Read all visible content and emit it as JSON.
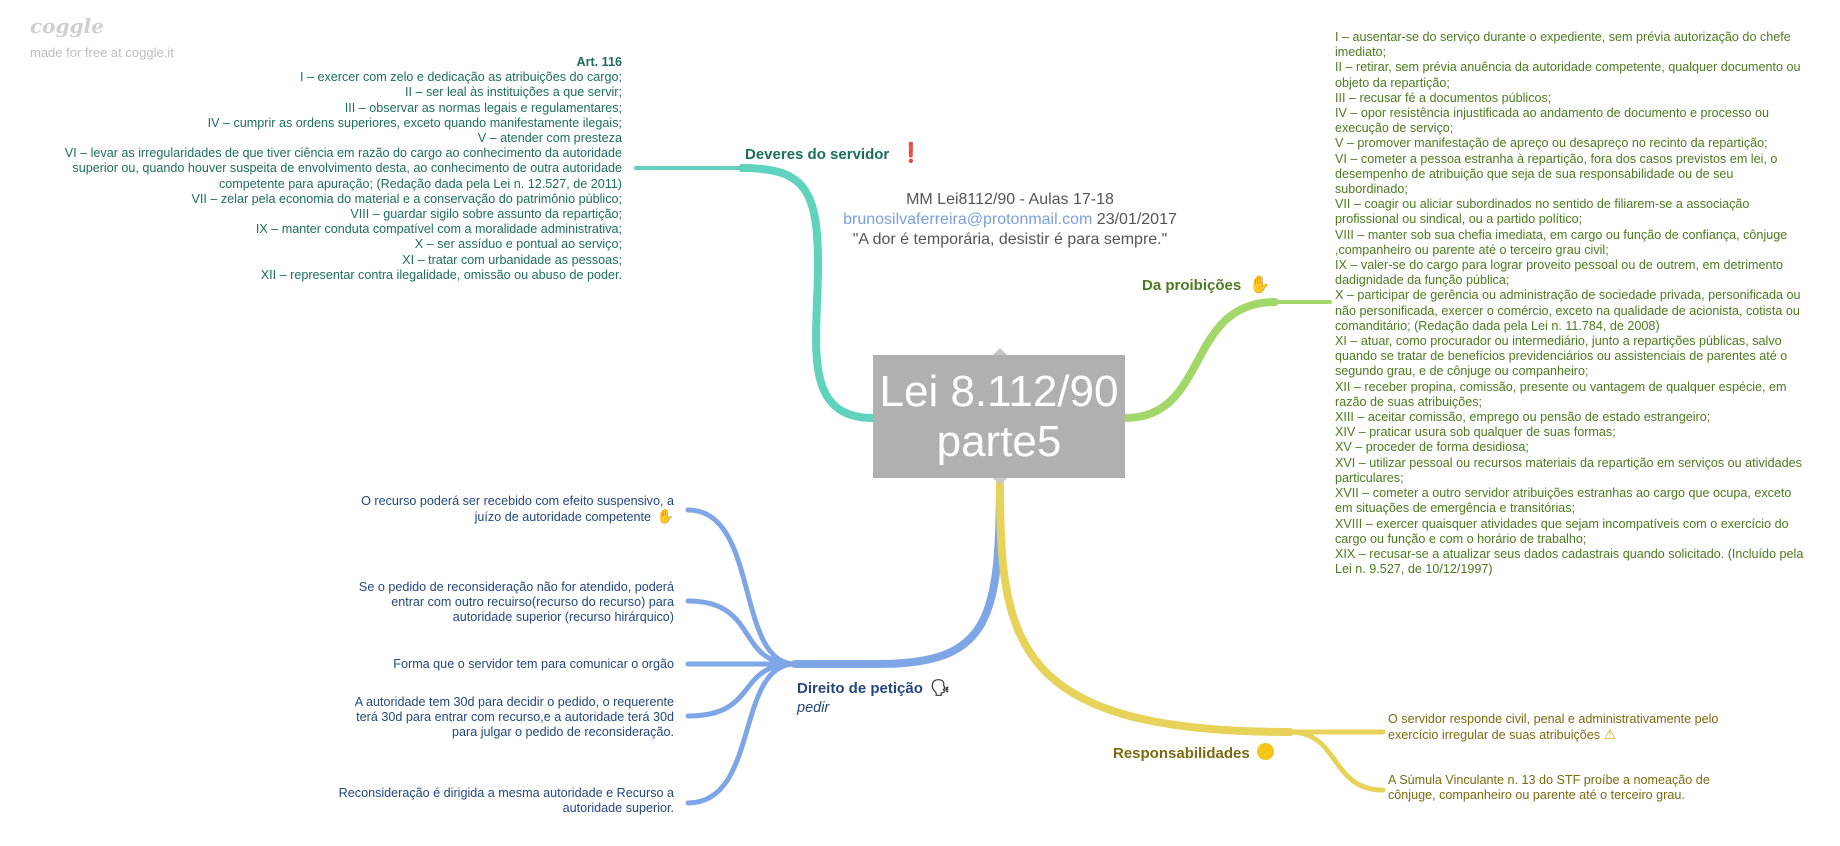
{
  "brand": {
    "logo": "coggle",
    "made_for": "made for free at coggle.it"
  },
  "central": {
    "line1": "Lei 8.112/90",
    "line2": "parte5"
  },
  "note": {
    "title": "MM Lei8112/90 - Aulas 17-18",
    "email": "brunosilvaferreira@protonmail.com",
    "date": "23/01/2017",
    "quote": "\"A dor é temporária, desistir é para sempre.\""
  },
  "deveres": {
    "title": "Deveres do servidor",
    "icon": "exclamation-icon",
    "heading": "Art. 116",
    "items": [
      "I – exercer com zelo e dedicação as atribuições do cargo;",
      "II – ser leal às instituições a que servir;",
      "III – observar as normas legais e regulamentares;",
      "IV – cumprir as ordens superiores, exceto quando manifestamente ilegais;",
      "V – atender com presteza",
      "VI – levar as irregularidades de que tiver ciência em razão do cargo ao conhecimento da autoridade",
      "superior ou, quando houver suspeita de envolvimento desta, ao conhecimento de outra autoridade",
      "competente para apuração; (Redação dada pela Lei n. 12.527, de 2011)",
      "VII – zelar pela economia do material e a conservação do patrimônio público;",
      "VIII – guardar sigilo sobre assunto da repartição;",
      "IX – manter conduta compatível com a moralidade administrativa;",
      "X – ser assíduo e pontual ao serviço;",
      "XI – tratar com urbanidade as pessoas;",
      "XII – representar contra ilegalidade, omissão ou abuso de poder."
    ]
  },
  "proibicoes": {
    "title": "Da proibições",
    "icon": "raised-hand-icon",
    "items": [
      "I – ausentar-se do serviço durante o expediente, sem prévia autorização do chefe",
      "imediato;",
      "II – retirar, sem prévia anuência da autoridade competente, qualquer documento ou",
      "objeto da repartição;",
      "III – recusar fé a documentos públicos;",
      "IV – opor resistência injustificada ao andamento de documento e processo ou",
      "execução de serviço;",
      "V – promover manifestação de apreço ou desapreço no recinto da repartição;",
      "VI – cometer a pessoa estranha à repartição, fora dos casos previstos em lei, o",
      "desempenho de atribuição que seja de sua responsabilidade ou de seu",
      "subordinado;",
      "VII – coagir ou aliciar subordinados no sentido de filiarem-se a associação",
      "profissional ou sindical, ou a partido político;",
      "VIII – manter sob sua chefia imediata, em cargo ou função de confiança, cônjuge",
      ",companheiro ou parente até o terceiro grau civil;",
      "IX – valer-se do cargo para lograr proveito pessoal ou de outrem, em detrimento",
      "dadignidade da função pública;",
      "X – participar de gerência ou administração de sociedade privada, personificada ou",
      "não personificada, exercer o comércio, exceto na qualidade de acionista, cotista ou",
      "comanditário; (Redação dada pela Lei n. 11.784, de 2008)",
      "XI – atuar, como procurador ou intermediário, junto a repartições públicas, salvo",
      "quando se tratar de benefícios previdenciários ou assistenciais de parentes até o",
      "segundo grau, e de cônjuge ou companheiro;",
      "XII – receber propina, comissão, presente ou vantagem de qualquer espécie, em",
      "razão de suas atribuições;",
      "XIII – aceitar comissão, emprego ou pensão de estado estrangeiro;",
      "XIV – praticar usura sob qualquer de suas formas;",
      "XV – proceder de forma desidiosa;",
      "XVI – utilizar pessoal ou recursos materiais da repartição em serviços ou atividades",
      "particulares;",
      "XVII – cometer a outro servidor atribuições estranhas ao cargo que ocupa, exceto",
      "em situações de emergência e transitórias;",
      "XVIII – exercer quaisquer atividades que sejam incompatíveis com o exercício do",
      "cargo ou função e com o horário de trabalho;",
      "XIX – recusar-se a atualizar seus dados cadastrais quando solicitado. (Incluído pela",
      "Lei n. 9.527, de 10/12/1997)"
    ]
  },
  "peticao": {
    "title": "Direito de petição",
    "subtitle": "pedir",
    "icon": "speaking-head-icon",
    "items": [
      {
        "lines": [
          "O recurso poderá ser recebido com efeito suspensivo, a",
          "juízo de autoridade competente"
        ],
        "icon": "raised-hand-icon"
      },
      {
        "lines": [
          "Se o pedido de reconsideração não for atendido, poderá",
          "entrar com outro recuirso(recurso do recurso) para",
          "autoridade superior (recurso hirárquico)"
        ]
      },
      {
        "lines": [
          "Forma que o servidor tem para comunicar o orgão"
        ]
      },
      {
        "lines": [
          "A autoridade tem 30d para decidir o pedido, o requerente",
          "terá 30d para entrar com recurso,e a autoridade terá 30d",
          "para julgar o pedido de reconsideração."
        ]
      },
      {
        "lines": [
          "Reconsideração é dirigida a mesma autoridade e Recurso a",
          "autoridade superior."
        ]
      }
    ]
  },
  "responsabilidades": {
    "title": "Responsabilidades",
    "icon": "unamused-face-icon",
    "items": [
      {
        "lines": [
          "O servidor responde civil, penal e administrativamente pelo",
          "exercício irregular de suas atribuições"
        ],
        "icon": "warning-icon"
      },
      {
        "lines": [
          "A Súmula Vinculante n. 13 do STF proíbe a nomeação de",
          "cônjuge, companheiro ou parente até o terceiro grau."
        ]
      }
    ]
  },
  "colors": {
    "teal": "#5fd3bd",
    "green": "#a2d86a",
    "blue": "#7ea6e6",
    "yellow": "#e8d35a",
    "central": "#b0b0b0"
  }
}
